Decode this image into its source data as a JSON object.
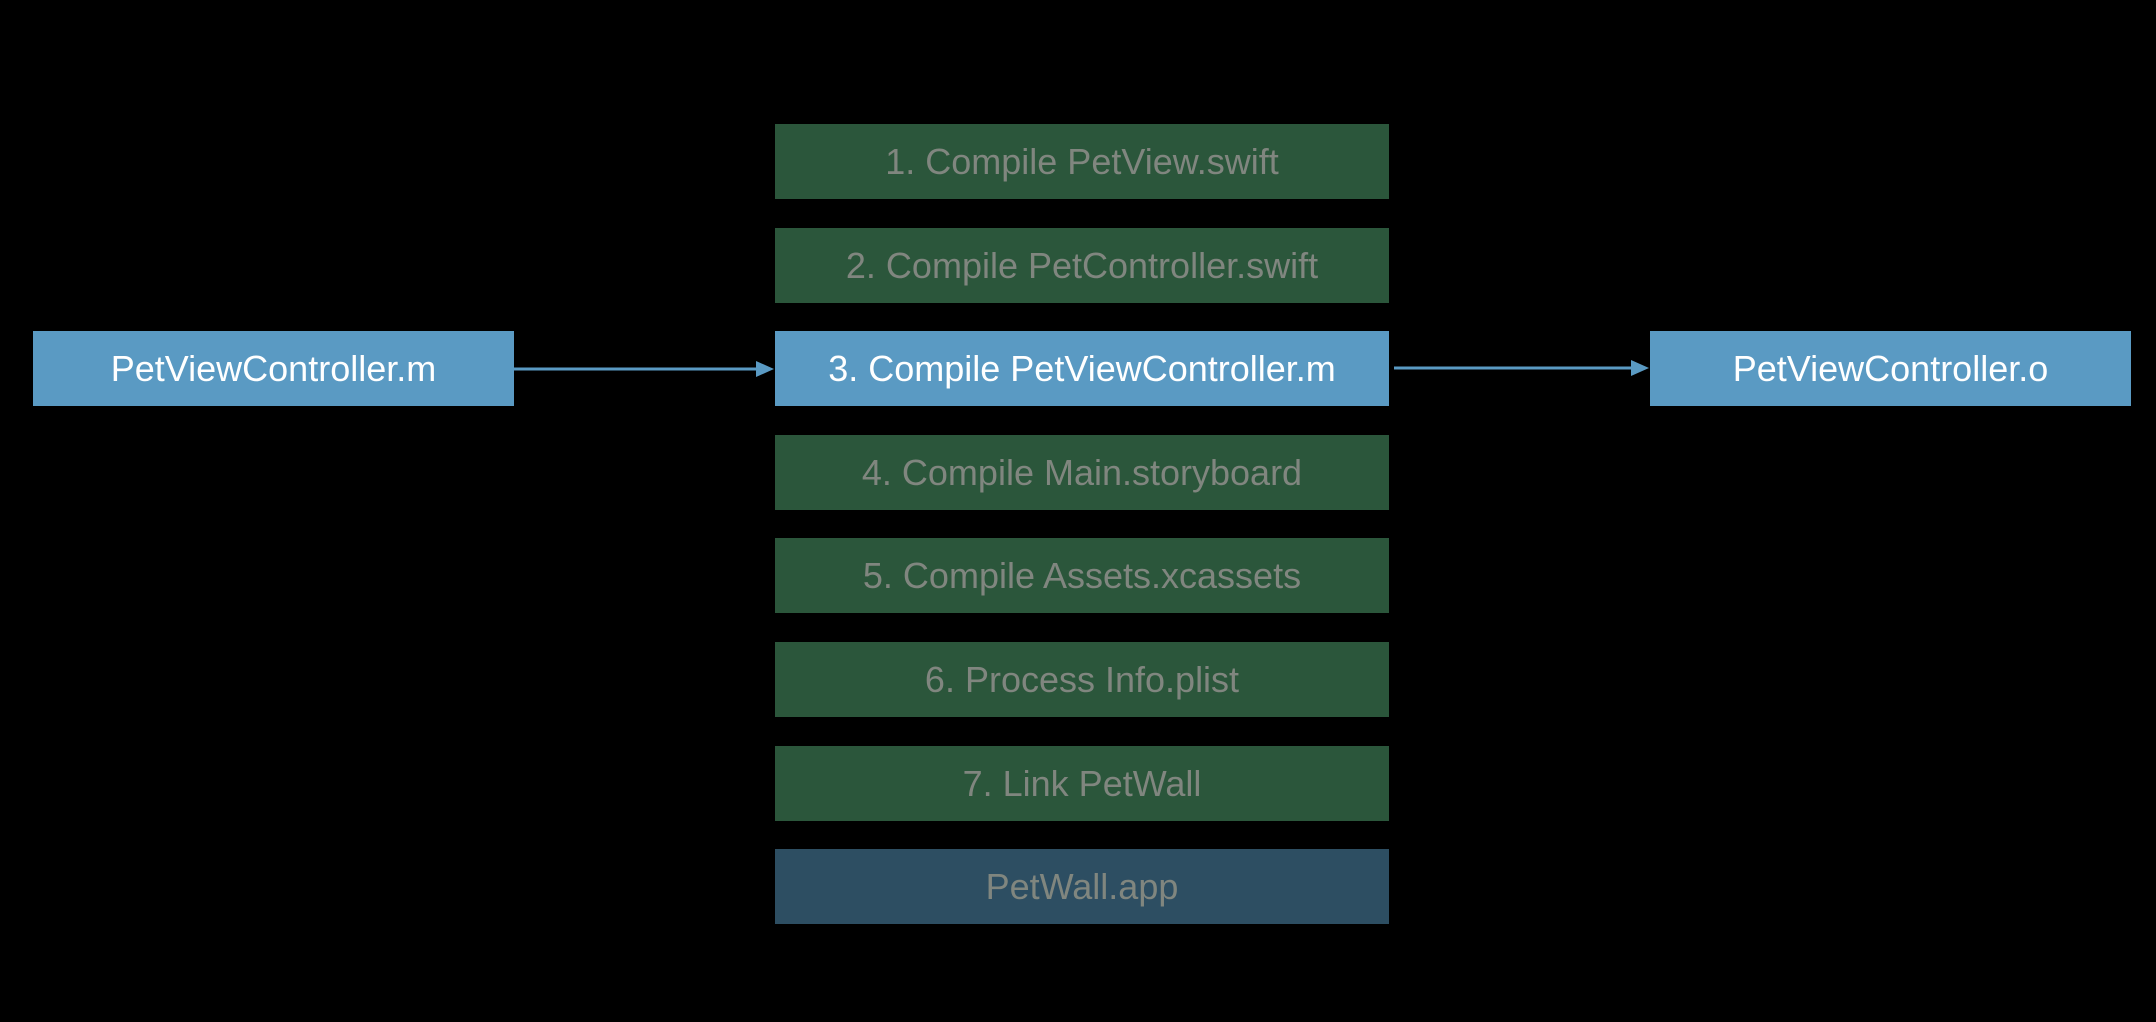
{
  "input_file": {
    "label": "PetViewController.m"
  },
  "output_file": {
    "label": "PetViewController.o"
  },
  "steps": [
    {
      "label": "1. Compile PetView.swift",
      "state": "dim"
    },
    {
      "label": "2. Compile PetController.swift",
      "state": "dim"
    },
    {
      "label": "3. Compile PetViewController.m",
      "state": "active"
    },
    {
      "label": "4. Compile Main.storyboard",
      "state": "dim"
    },
    {
      "label": "5. Compile Assets.xcassets",
      "state": "dim"
    },
    {
      "label": "6. Process Info.plist",
      "state": "dim"
    },
    {
      "label": "7. Link PetWall",
      "state": "dim"
    }
  ],
  "product": {
    "label": "PetWall.app"
  },
  "colors": {
    "background": "#000000",
    "active_box": "#5a9ac3",
    "dim_step_box": "#2b563b",
    "product_box": "#2d4e62",
    "dim_text": "#80867f",
    "active_text": "#ffffff",
    "arrow": "#5a9ac3"
  }
}
